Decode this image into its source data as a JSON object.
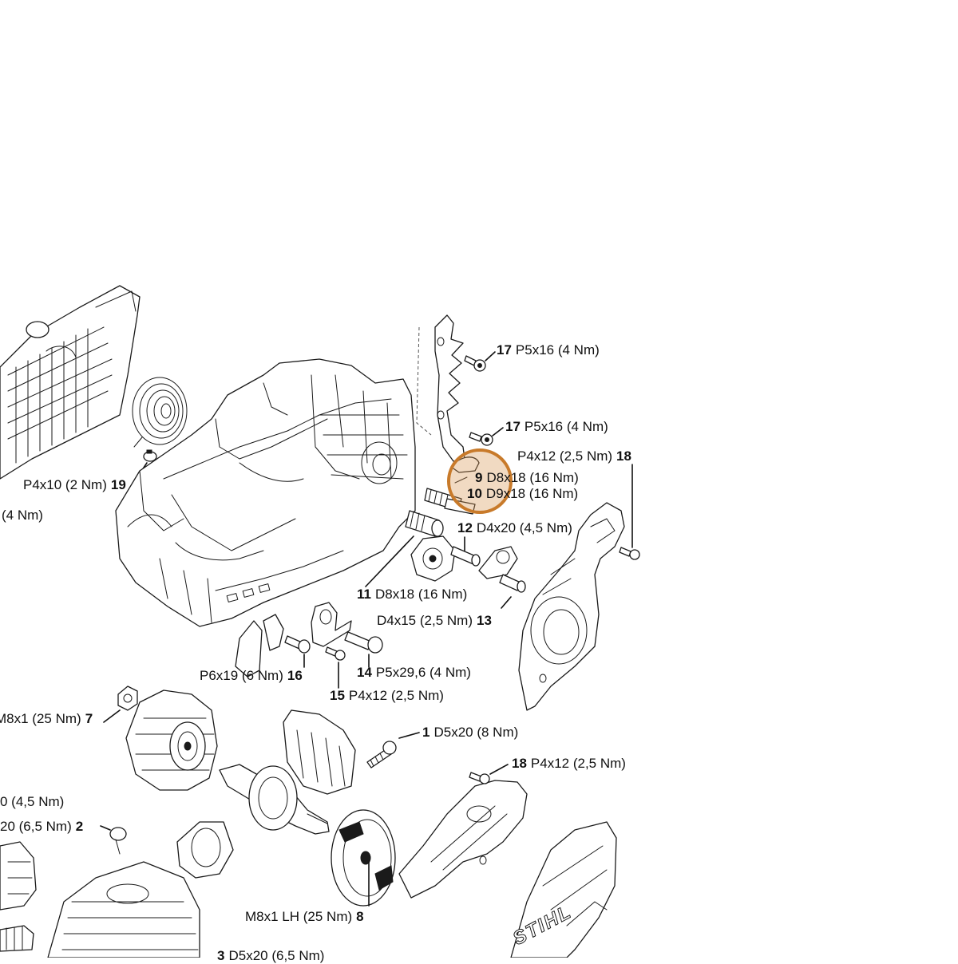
{
  "highlight": {
    "color": "#c87a2a",
    "fill": "rgba(214,150,80,0.35)"
  },
  "labels": [
    {
      "id": "17a",
      "num": "17",
      "spec": "P5x16 (4 Nm)",
      "order": "num-first"
    },
    {
      "id": "17b",
      "num": "17",
      "spec": "P5x16 (4 Nm)",
      "order": "num-first"
    },
    {
      "id": "18a",
      "num": "18",
      "spec": "P4x12 (2,5 Nm)",
      "order": "spec-first"
    },
    {
      "id": "9",
      "num": "9",
      "spec": "D8x18 (16 Nm)",
      "order": "num-first"
    },
    {
      "id": "10",
      "num": "10",
      "spec": "D9x18 (16 Nm)",
      "order": "num-first"
    },
    {
      "id": "12",
      "num": "12",
      "spec": "D4x20 (4,5 Nm)",
      "order": "num-first"
    },
    {
      "id": "11",
      "num": "11",
      "spec": "D8x18 (16 Nm)",
      "order": "num-first"
    },
    {
      "id": "13",
      "num": "13",
      "spec": "D4x15 (2,5 Nm)",
      "order": "spec-first"
    },
    {
      "id": "19",
      "num": "19",
      "spec": "P4x10 (2 Nm)",
      "order": "spec-first"
    },
    {
      "id": "partial-4nm",
      "num": "",
      "spec": "(4 Nm)",
      "order": "spec-first"
    },
    {
      "id": "16",
      "num": "16",
      "spec": "P6x19 (6 Nm)",
      "order": "spec-first"
    },
    {
      "id": "14",
      "num": "14",
      "spec": "P5x29,6 (4 Nm)",
      "order": "num-first"
    },
    {
      "id": "15",
      "num": "15",
      "spec": "P4x12 (2,5 Nm)",
      "order": "num-first"
    },
    {
      "id": "7",
      "num": "7",
      "spec": "M8x1 (25 Nm)",
      "order": "spec-first"
    },
    {
      "id": "1",
      "num": "1",
      "spec": "D5x20 (8 Nm)",
      "order": "num-first"
    },
    {
      "id": "18b",
      "num": "18",
      "spec": "P4x12 (2,5 Nm)",
      "order": "num-first"
    },
    {
      "id": "partial-45nm",
      "num": "",
      "spec": "0 (4,5 Nm)",
      "order": "spec-first"
    },
    {
      "id": "2",
      "num": "2",
      "spec": "20 (6,5 Nm)",
      "order": "spec-first"
    },
    {
      "id": "8",
      "num": "8",
      "spec": "M8x1 LH (25 Nm)",
      "order": "spec-first"
    },
    {
      "id": "3",
      "num": "3",
      "spec": "D5x20 (6,5 Nm)",
      "order": "num-first"
    }
  ],
  "brand": "STIHL"
}
